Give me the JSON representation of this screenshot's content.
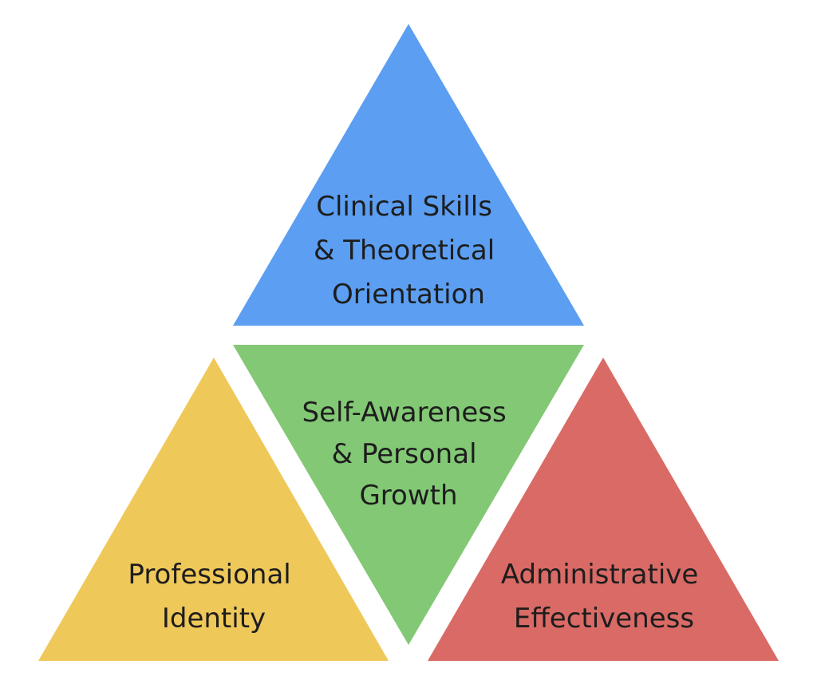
{
  "diagram": {
    "segments": [
      {
        "id": "clinical",
        "lines": [
          "Clinical Skills",
          "& Theoretical",
          "Orientation"
        ],
        "color": "#5b9ef2"
      },
      {
        "id": "self-awareness",
        "lines": [
          "Self-Awareness",
          "& Personal",
          "Growth"
        ],
        "color": "#83c875"
      },
      {
        "id": "professional",
        "lines": [
          "Professional",
          "Identity"
        ],
        "color": "#efc85a"
      },
      {
        "id": "administrative",
        "lines": [
          "Administrative",
          "Effectiveness"
        ],
        "color": "#d96a65"
      }
    ]
  }
}
